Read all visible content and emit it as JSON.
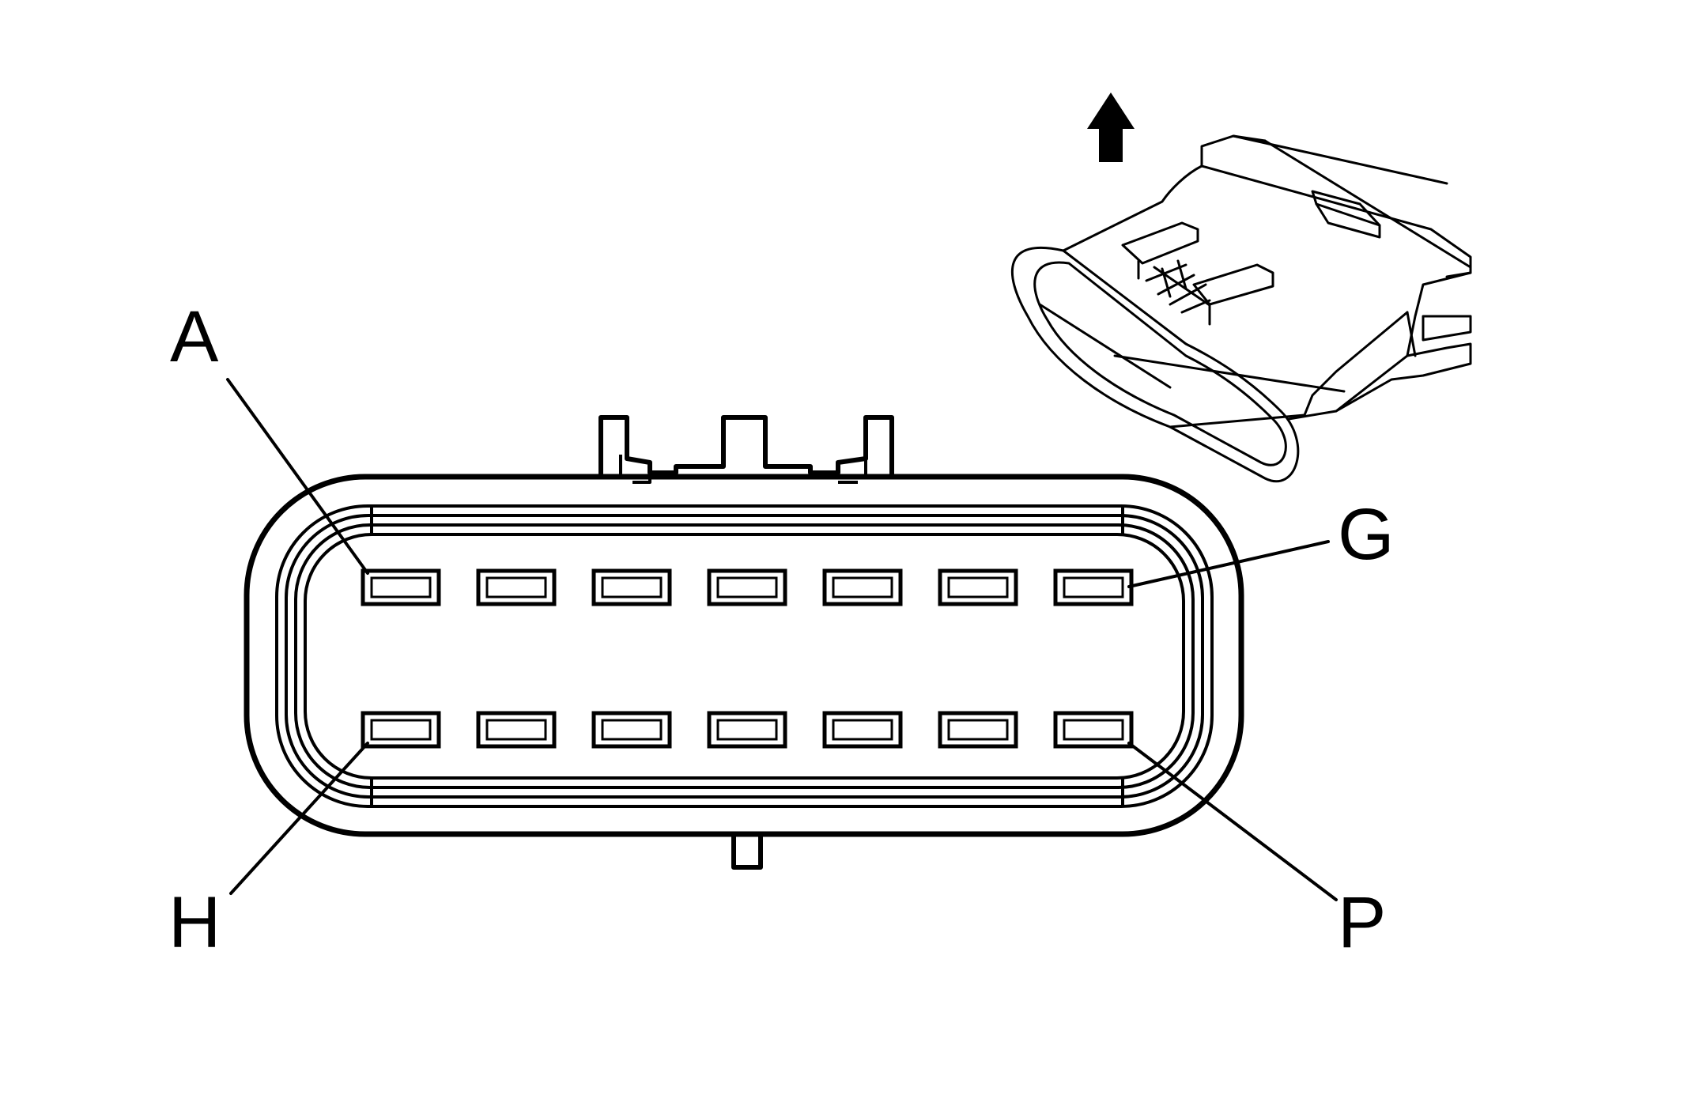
{
  "labels": {
    "pin_a": "A",
    "pin_g": "G",
    "pin_h": "H",
    "pin_p": "P"
  },
  "pins": {
    "rows": 2,
    "per_row": 7,
    "top_row": "A-G",
    "bottom_row": "H-P"
  },
  "icons": {
    "direction": "arrow-up-icon",
    "connector_view": "connector-iso-view"
  },
  "colors": {
    "line": "#000000",
    "background": "#ffffff"
  }
}
